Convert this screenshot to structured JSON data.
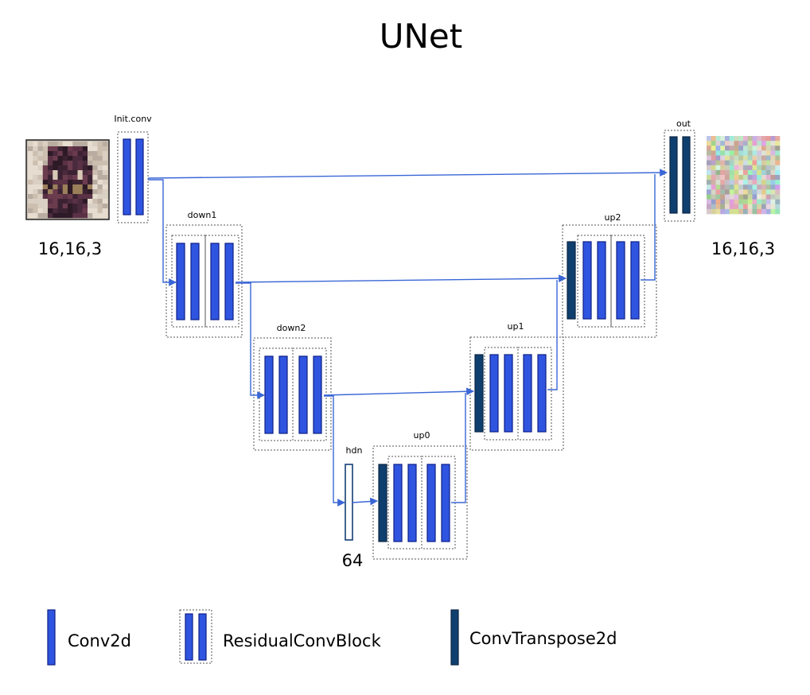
{
  "title": "UNet",
  "input": {
    "shape": "16,16,3"
  },
  "output": {
    "shape": "16,16,3"
  },
  "blocks": {
    "init_conv": "Init.conv",
    "down1": "down1",
    "down2": "down2",
    "hdn": "hdn",
    "up0": "up0",
    "up1": "up1",
    "up2": "up2",
    "out": "out"
  },
  "hidden_dim": "64",
  "legend": {
    "conv2d": "Conv2d",
    "residual": "ResidualConvBlock",
    "transpose": "ConvTranspose2d"
  },
  "colors": {
    "conv2d": "#2f55e0",
    "conv_transpose": "#0f3f6e",
    "connection": "#3a66d6"
  }
}
